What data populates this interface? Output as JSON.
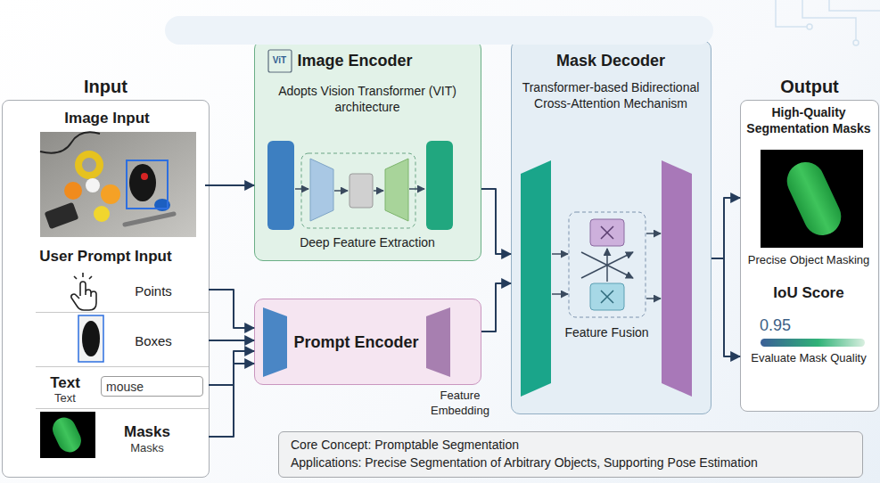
{
  "diagram": {
    "nodes": [
      {
        "text": [
          "Input",
          "User Prompt Input"
        ]
      },
      {
        "text": [
          "Image Input"
        ],
        "in": 0
      },
      {
        "text": [
          "Points"
        ],
        "in": 0
      },
      {
        "text": [
          "Boxes"
        ],
        "in": 0
      },
      {
        "text": [
          "Text",
          "Text"
        ],
        "in": 0
      },
      {
        "text": [
          "mouse"
        ],
        "in": 4
      },
      {
        "text": [
          "Masks",
          "Masks"
        ],
        "in": 0
      },
      {
        "text": [
          "ViT",
          "Image Encoder",
          "Adopts Vision Transformer (VIT) architecture",
          "Deep Feature Extraction"
        ]
      },
      {
        "text": [
          "Prompt Encoder"
        ]
      },
      {
        "text": [
          "Mask Decoder",
          "Transformer-based Bidirectional Cross-Attention Mechanism",
          "Feature Fusion"
        ]
      },
      {
        "text": [
          "Output",
          "High-Quality Segmentation Masks",
          "Precise Object Masking",
          "IoU Score",
          "0.95",
          "Evaluate Mask Quality"
        ]
      },
      {
        "text": [
          "Core Concept: Promptable Segmentation",
          "Applications: Precise Segmentation of Arbitrary Objects, Supporting Pose Estimation"
        ]
      }
    ],
    "edges": [
      {
        "from": 1,
        "to": 7,
        "arrow": "to"
      },
      {
        "from": 2,
        "to": 8,
        "arrow": "to"
      },
      {
        "from": 3,
        "to": 8,
        "arrow": "to"
      },
      {
        "from": 4,
        "to": 8,
        "arrow": "to"
      },
      {
        "from": 6,
        "to": 8,
        "arrow": "to"
      },
      {
        "from": 7,
        "to": 9,
        "arrow": "to"
      },
      {
        "from": 8,
        "to": 9,
        "label": "Feature Embedding",
        "arrow": "to"
      },
      {
        "from": 9,
        "to": 10,
        "arrow": "to"
      },
      {
        "from": 9,
        "to": 10,
        "arrow": "to"
      }
    ]
  }
}
